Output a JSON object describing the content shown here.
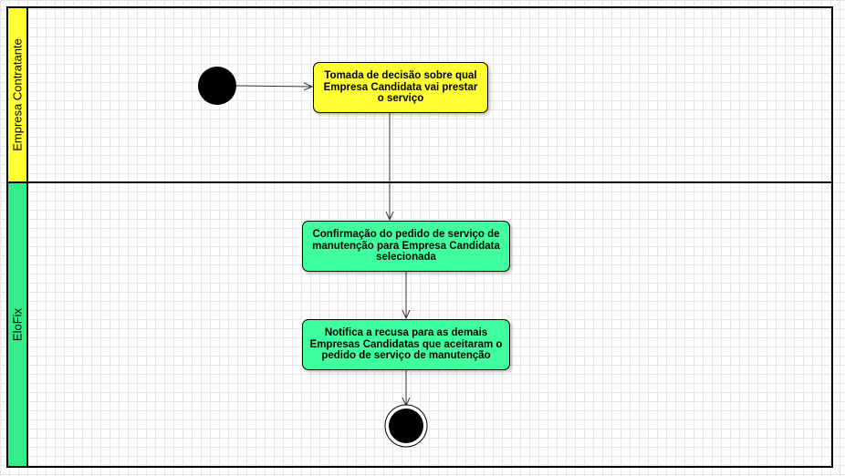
{
  "lanes": [
    {
      "label": "Empresa Contratante",
      "color": "#ffff33"
    },
    {
      "label": "EloFix",
      "color": "#33ee88"
    }
  ],
  "activities": [
    {
      "text": "Tomada de decisão sobre qual Empresa Candidata vai prestar o serviço",
      "color": "#ffff33"
    },
    {
      "text": "Confirmação do pedido de serviço de manutenção para Empresa Candidata selecionada",
      "color": "#3fff9e"
    },
    {
      "text": "Notifica a recusa para as demais Empresas Candidatas que aceitaram o pedido de serviço de manutenção",
      "color": "#3fff9e"
    }
  ]
}
